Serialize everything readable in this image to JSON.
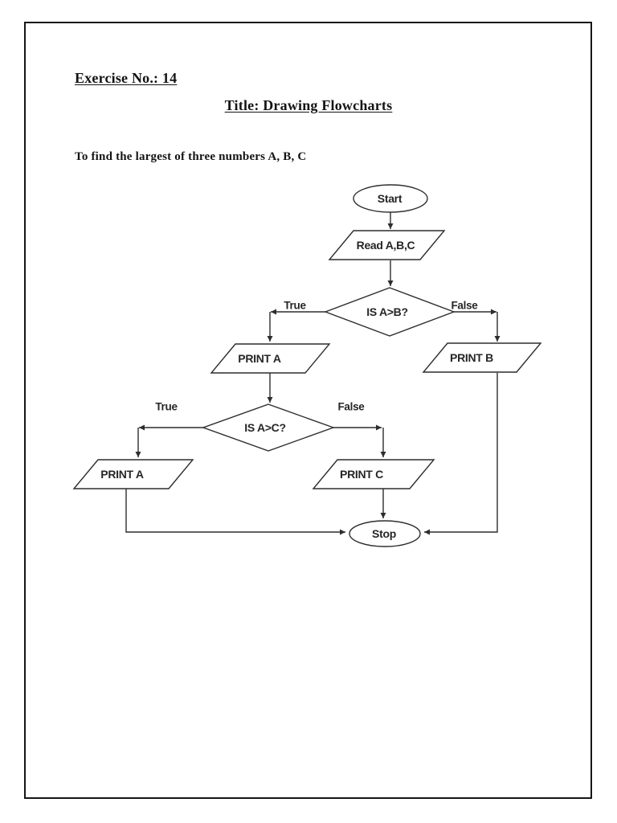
{
  "page": {
    "exercise_heading": "Exercise No.: 14",
    "title": "Title: Drawing Flowcharts",
    "subtitle": "To find the largest of three numbers A, B, C"
  },
  "flowchart": {
    "nodes": {
      "start": {
        "type": "terminator",
        "label": "Start"
      },
      "read": {
        "type": "input",
        "label": "Read A,B,C"
      },
      "decision1": {
        "type": "decision",
        "label": "IS A>B?"
      },
      "print_a_first": {
        "type": "output",
        "label": "PRINT A"
      },
      "print_b": {
        "type": "output",
        "label": "PRINT B"
      },
      "decision2": {
        "type": "decision",
        "label": "IS A>C?"
      },
      "print_a_second": {
        "type": "output",
        "label": "PRINT A"
      },
      "print_c": {
        "type": "output",
        "label": "PRINT C"
      },
      "stop": {
        "type": "terminator",
        "label": "Stop"
      }
    },
    "branches": {
      "decision1_true": "True",
      "decision1_false": "False",
      "decision2_true": "True",
      "decision2_false": "False"
    }
  },
  "colors": {
    "paper": "#ffffff",
    "ink": "#141414",
    "line": "#2d2d2d",
    "border": "#161616"
  }
}
